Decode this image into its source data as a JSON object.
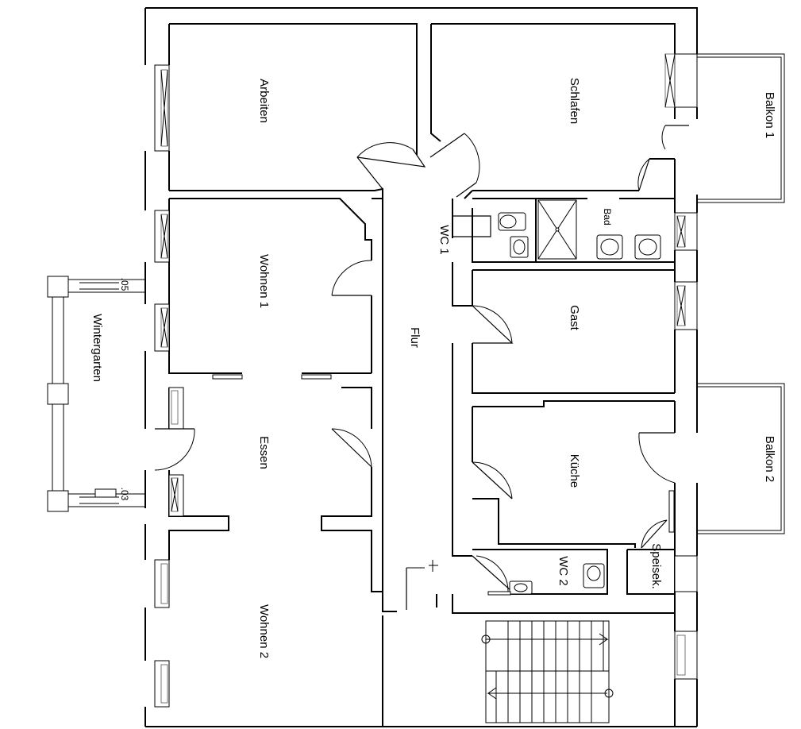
{
  "floorplan": {
    "rooms": {
      "arbeiten": "Arbeiten",
      "schlafen": "Schlafen",
      "balkon1": "Balkon 1",
      "bad": "Bad",
      "wc1": "WC 1",
      "wohnen1": "Wohnen 1",
      "wintergarten": "Wintergarten",
      "flur": "Flur",
      "gast": "Gast",
      "essen": "Essen",
      "kueche": "Küche",
      "balkon2": "Balkon 2",
      "speisek": "Speisek.",
      "wc2": "WC 2",
      "wohnen2": "Wohnen 2"
    },
    "dimension_marks": {
      "upper": ".05",
      "lower": ".03"
    }
  }
}
